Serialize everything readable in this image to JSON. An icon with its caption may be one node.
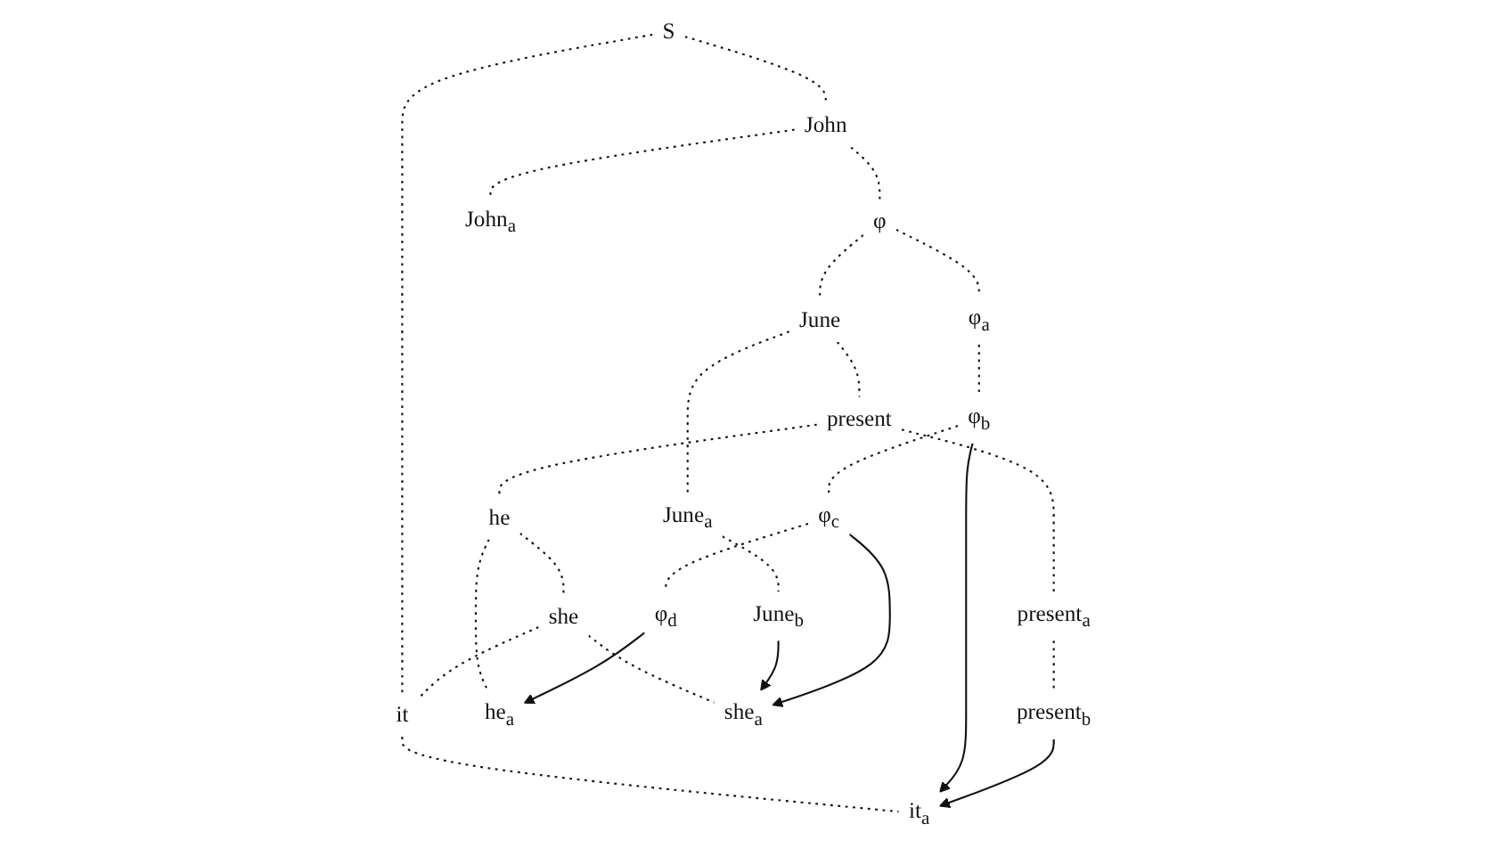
{
  "diagram": {
    "nodes": [
      {
        "text": [
          "S"
        ]
      },
      {
        "text": [
          "John"
        ]
      },
      {
        "text": [
          "φ"
        ]
      },
      {
        "text": [
          "June"
        ]
      },
      {
        "text": [
          "present"
        ]
      },
      {
        "text": [
          "he"
        ]
      },
      {
        "text": [
          "she"
        ]
      },
      {
        "text": [
          "it"
        ]
      },
      {
        "text": [
          "John$_{a}$"
        ]
      },
      {
        "text": [
          "φ$_{a}$"
        ]
      },
      {
        "text": [
          "June$_{a}$"
        ]
      },
      {
        "text": [
          "present$_{a}$"
        ]
      },
      {
        "text": [
          "he$_{a}$"
        ]
      },
      {
        "text": [
          "she$_{a}$"
        ]
      },
      {
        "text": [
          "it$_{a}$"
        ]
      },
      {
        "text": [
          "φ$_{b}$"
        ]
      },
      {
        "text": [
          "June$_{b}$"
        ]
      },
      {
        "text": [
          "present$_{b}$"
        ]
      },
      {
        "text": [
          "φ$_{c}$"
        ]
      },
      {
        "text": [
          "φ$_{d}$"
        ]
      }
    ],
    "edges": [
      {
        "from": 0,
        "to": 1,
        "arrow": "none",
        "style": "dashed"
      },
      {
        "from": 0,
        "to": 7,
        "arrow": "none",
        "style": "dashed"
      },
      {
        "from": 1,
        "to": 2,
        "arrow": "none",
        "style": "dashed"
      },
      {
        "from": 2,
        "to": 3,
        "arrow": "none",
        "style": "dashed"
      },
      {
        "from": 3,
        "to": 4,
        "arrow": "none",
        "style": "dashed"
      },
      {
        "from": 4,
        "to": 5,
        "arrow": "none",
        "style": "dashed"
      },
      {
        "from": 5,
        "to": 6,
        "arrow": "none",
        "style": "dashed"
      },
      {
        "from": 6,
        "to": 7,
        "arrow": "none",
        "style": "dashed"
      },
      {
        "from": 1,
        "to": 8,
        "arrow": "none",
        "style": "dashed"
      },
      {
        "from": 2,
        "to": 9,
        "arrow": "none",
        "style": "dashed"
      },
      {
        "from": 3,
        "to": 10,
        "arrow": "none",
        "style": "dashed"
      },
      {
        "from": 4,
        "to": 11,
        "arrow": "none",
        "style": "dashed"
      },
      {
        "from": 5,
        "to": 12,
        "arrow": "none",
        "style": "dashed"
      },
      {
        "from": 6,
        "to": 13,
        "arrow": "none",
        "style": "dashed"
      },
      {
        "from": 7,
        "to": 14,
        "arrow": "none",
        "style": "dashed"
      },
      {
        "from": 9,
        "to": 15,
        "arrow": "none",
        "style": "dashed"
      },
      {
        "from": 10,
        "to": 16,
        "arrow": "none",
        "style": "dashed"
      },
      {
        "from": 11,
        "to": 17,
        "arrow": "none",
        "style": "dashed"
      },
      {
        "from": 15,
        "to": 18,
        "arrow": "none",
        "style": "dashed"
      },
      {
        "from": 18,
        "to": 19,
        "arrow": "none",
        "style": "dashed"
      },
      {
        "from": 15,
        "to": 14,
        "arrow": "to"
      },
      {
        "from": 16,
        "to": 13,
        "arrow": "to"
      },
      {
        "from": 17,
        "to": 14,
        "arrow": "to"
      },
      {
        "from": 18,
        "to": 13,
        "arrow": "to"
      },
      {
        "from": 19,
        "to": 12,
        "arrow": "to"
      }
    ]
  }
}
